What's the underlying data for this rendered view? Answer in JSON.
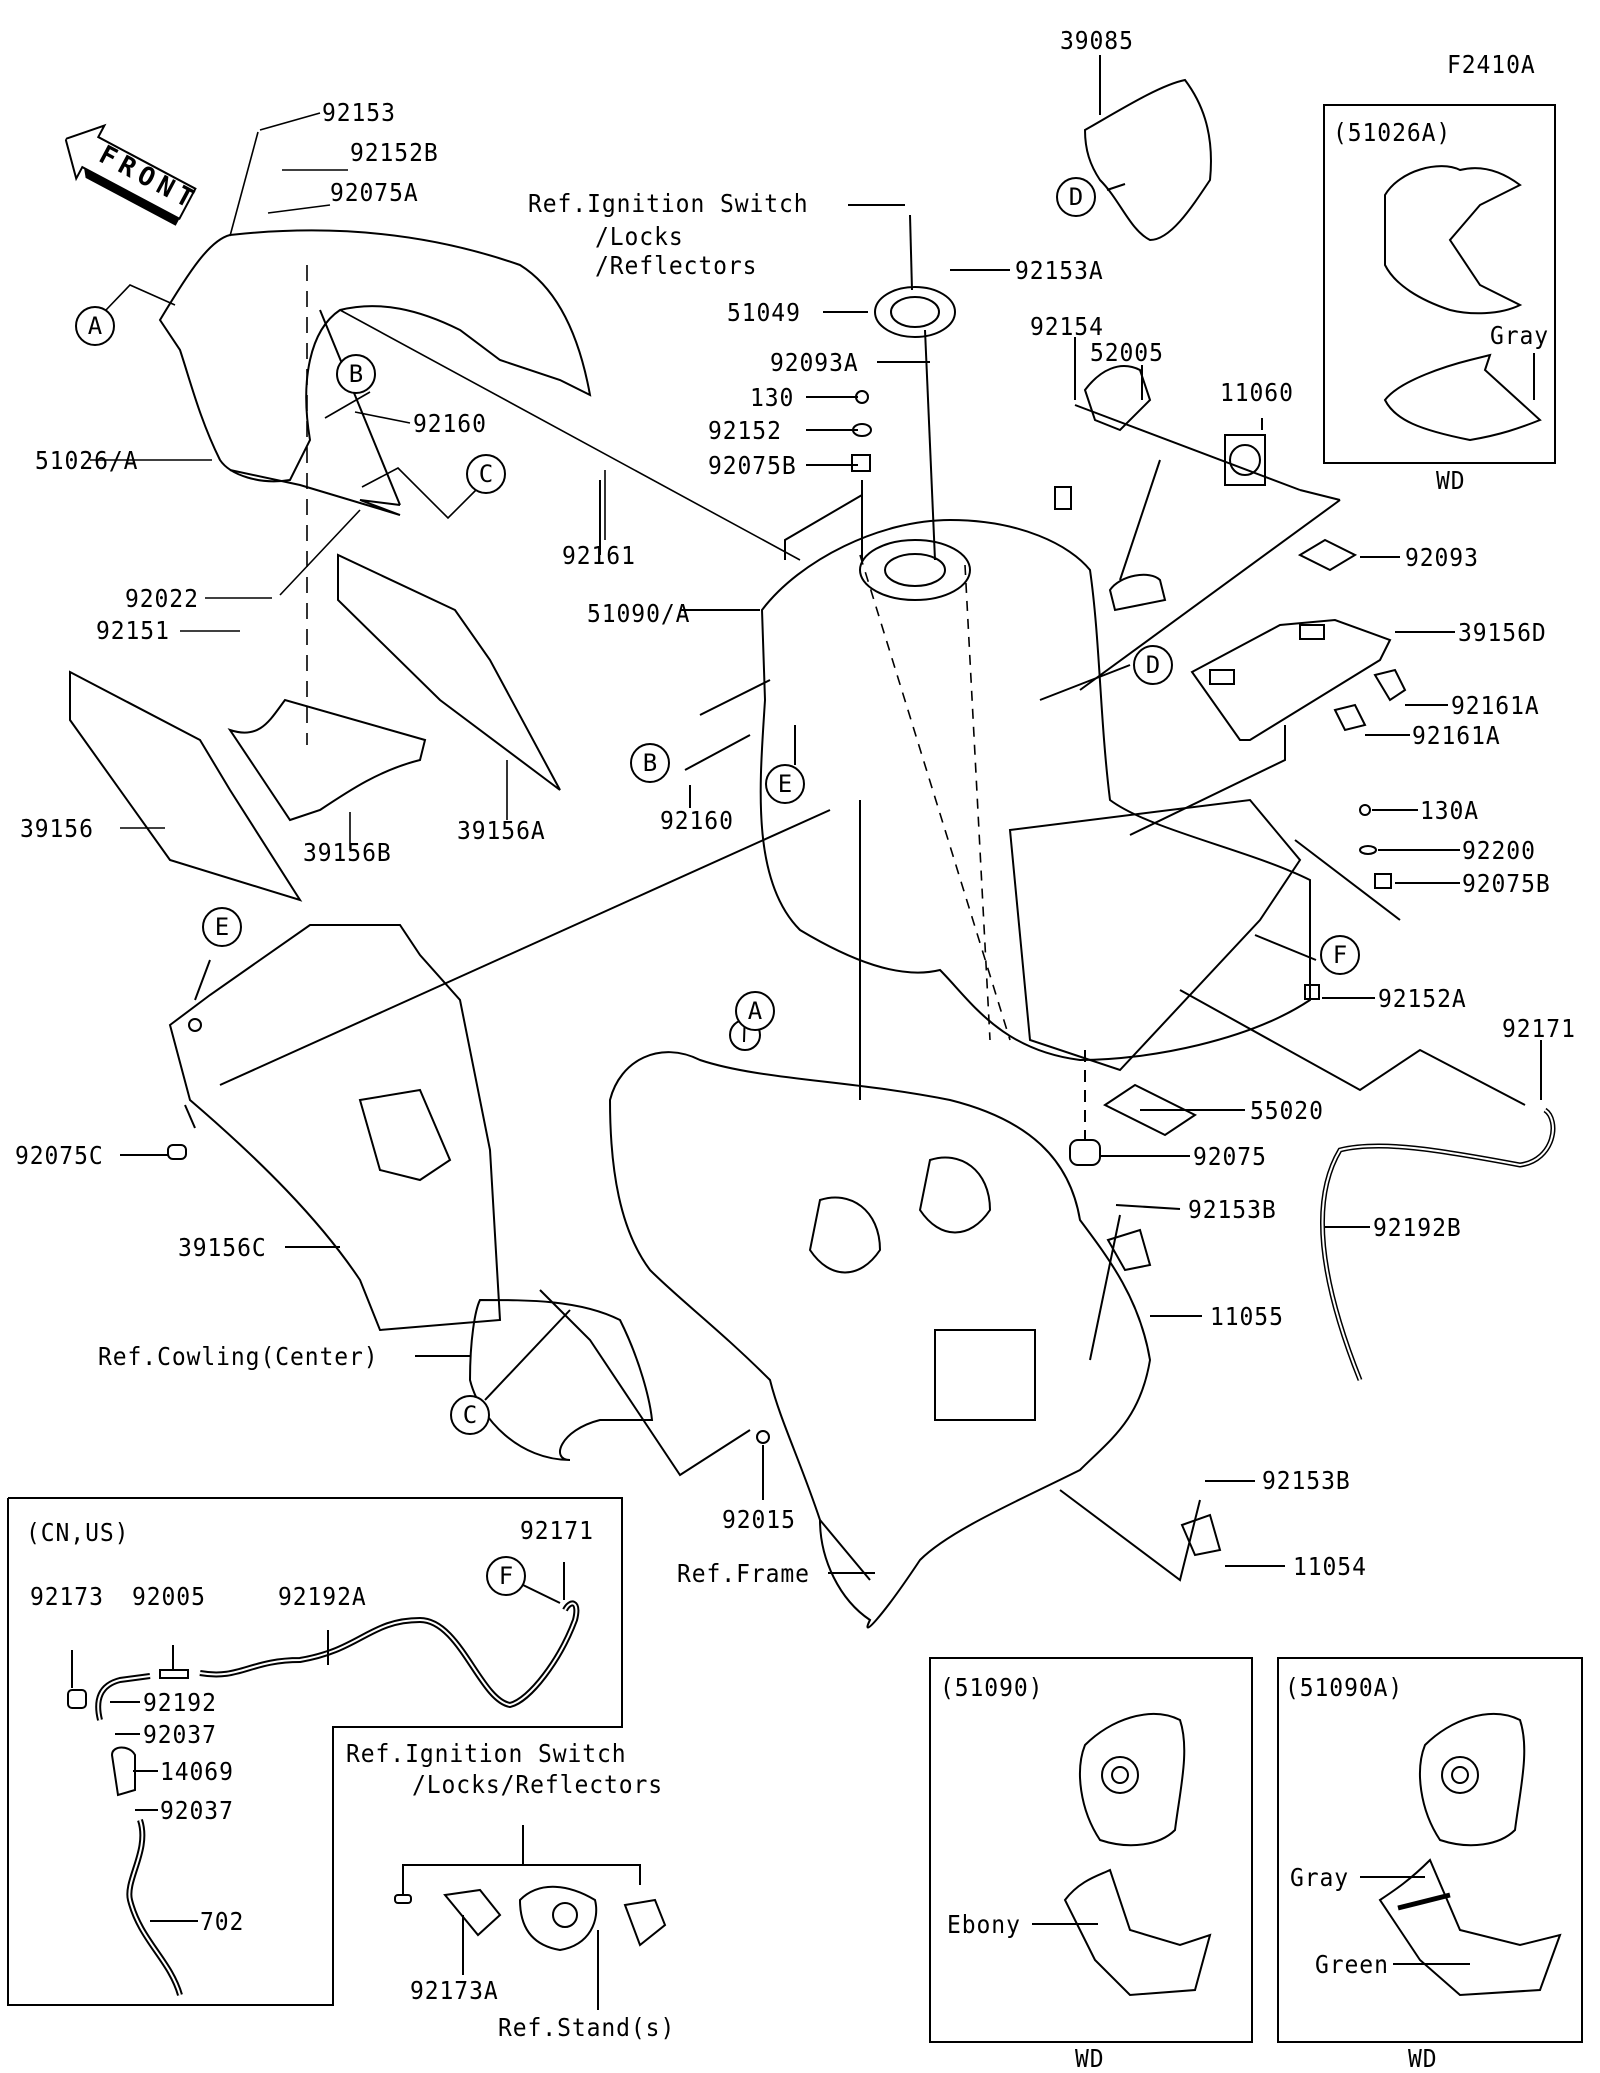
{
  "diagram": {
    "code": "F2410A",
    "front_arrow_label": "FRONT",
    "callouts": {
      "A": "A",
      "B": "B",
      "C": "C",
      "D": "D",
      "E": "E",
      "F": "F"
    },
    "parts": {
      "p39085": "39085",
      "p92153": "92153",
      "p92152B": "92152B",
      "p92075A": "92075A",
      "p51026A_main": "51026/A",
      "p92160_top": "92160",
      "p92022": "92022",
      "p92151": "92151",
      "p39156": "39156",
      "p39156B": "39156B",
      "p39156A": "39156A",
      "p92153A": "92153A",
      "p51049": "51049",
      "p92093A": "92093A",
      "p130": "130",
      "p92152": "92152",
      "p92075B_top": "92075B",
      "p92161": "92161",
      "p51090A_main": "51090/A",
      "p92160_mid": "92160",
      "p92154": "92154",
      "p52005": "52005",
      "p11060": "11060",
      "p92093": "92093",
      "p39156D": "39156D",
      "p92161A_1": "92161A",
      "p92161A_2": "92161A",
      "p130A": "130A",
      "p92200": "92200",
      "p92075B_right": "92075B",
      "p92152A": "92152A",
      "p92171_right": "92171",
      "p92075C": "92075C",
      "p39156C": "39156C",
      "p55020": "55020",
      "p92075": "92075",
      "p92192B": "92192B",
      "p92153B_1": "92153B",
      "p11055": "11055",
      "p92015": "92015",
      "p92153B_2": "92153B",
      "p11054": "11054"
    },
    "references": {
      "ignition_top_1": "Ref.Ignition Switch",
      "ignition_top_2": "/Locks",
      "ignition_top_3": "/Reflectors",
      "cowling_center": "Ref.Cowling(Center)",
      "frame": "Ref.Frame"
    },
    "inset_51026A": {
      "title": "(51026A)",
      "color_label": "Gray",
      "footer": "WD"
    },
    "inset_cn_us": {
      "title": "(CN,US)",
      "parts": {
        "p92171": "92171",
        "p92192A": "92192A",
        "p92173": "92173",
        "p92005": "92005",
        "p92192": "92192",
        "p92037_a": "92037",
        "p14069": "14069",
        "p92037_b": "92037",
        "p702": "702"
      }
    },
    "inset_ignition": {
      "ref_1": "Ref.Ignition Switch",
      "ref_2": "/Locks/Reflectors",
      "p92173A": "92173A",
      "stand_ref": "Ref.Stand(s)"
    },
    "inset_51090": {
      "title": "(51090)",
      "color_label": "Ebony",
      "footer": "WD"
    },
    "inset_51090A": {
      "title": "(51090A)",
      "color_label_1": "Gray",
      "color_label_2": "Green",
      "footer": "WD"
    }
  }
}
